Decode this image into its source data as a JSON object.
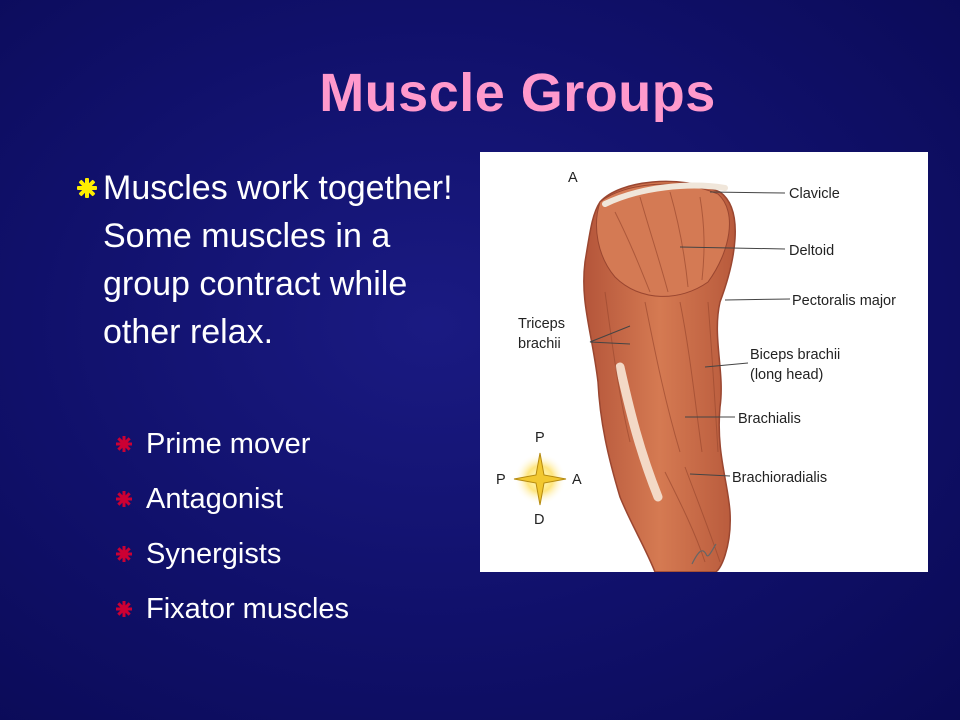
{
  "slide": {
    "title": "Muscle Groups",
    "main_bullet": "Muscles work together!  Some muscles in a group contract while other relax.",
    "sub_bullets": [
      "Prime mover",
      "Antagonist",
      "Synergists",
      "Fixator muscles"
    ]
  },
  "figure": {
    "panel_letter": "A",
    "labels": {
      "clavicle": "Clavicle",
      "deltoid": "Deltoid",
      "pectoralis": "Pectoralis major",
      "triceps_1": "Triceps",
      "triceps_2": "brachii",
      "biceps_1": "Biceps brachii",
      "biceps_2": "(long head)",
      "brachialis": "Brachialis",
      "brachioradialis": "Brachioradialis"
    },
    "compass": {
      "top": "P",
      "left": "P",
      "right": "A",
      "bottom": "D"
    }
  },
  "colors": {
    "background": "#10106a",
    "title": "#ff99cc",
    "main_bullet": "#ffee00",
    "sub_bullet": "#cc0033",
    "muscle": "#c8643f"
  }
}
